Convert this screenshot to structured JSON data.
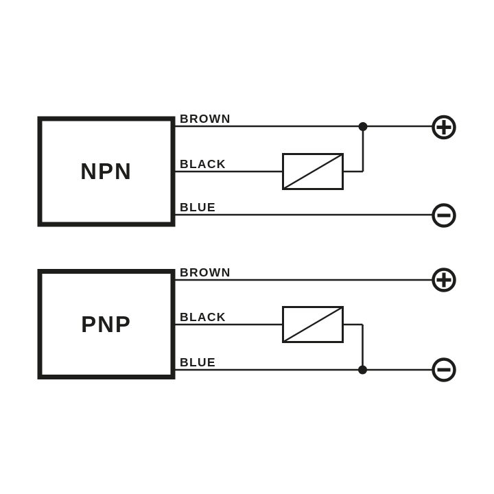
{
  "colors": {
    "line": "#1d1d1b",
    "background": "#ffffff"
  },
  "npn": {
    "label": "NPN",
    "wires": [
      {
        "name": "brown",
        "label": "BROWN"
      },
      {
        "name": "black",
        "label": "BLACK"
      },
      {
        "name": "blue",
        "label": "BLUE"
      }
    ],
    "load_symbol": "load-box-with-diagonal",
    "terminals": [
      {
        "name": "positive",
        "icon": "plus-icon"
      },
      {
        "name": "negative",
        "icon": "minus-icon"
      }
    ]
  },
  "pnp": {
    "label": "PNP",
    "wires": [
      {
        "name": "brown",
        "label": "BROWN"
      },
      {
        "name": "black",
        "label": "BLACK"
      },
      {
        "name": "blue",
        "label": "BLUE"
      }
    ],
    "load_symbol": "load-box-with-diagonal",
    "terminals": [
      {
        "name": "positive",
        "icon": "plus-icon"
      },
      {
        "name": "negative",
        "icon": "minus-icon"
      }
    ]
  }
}
